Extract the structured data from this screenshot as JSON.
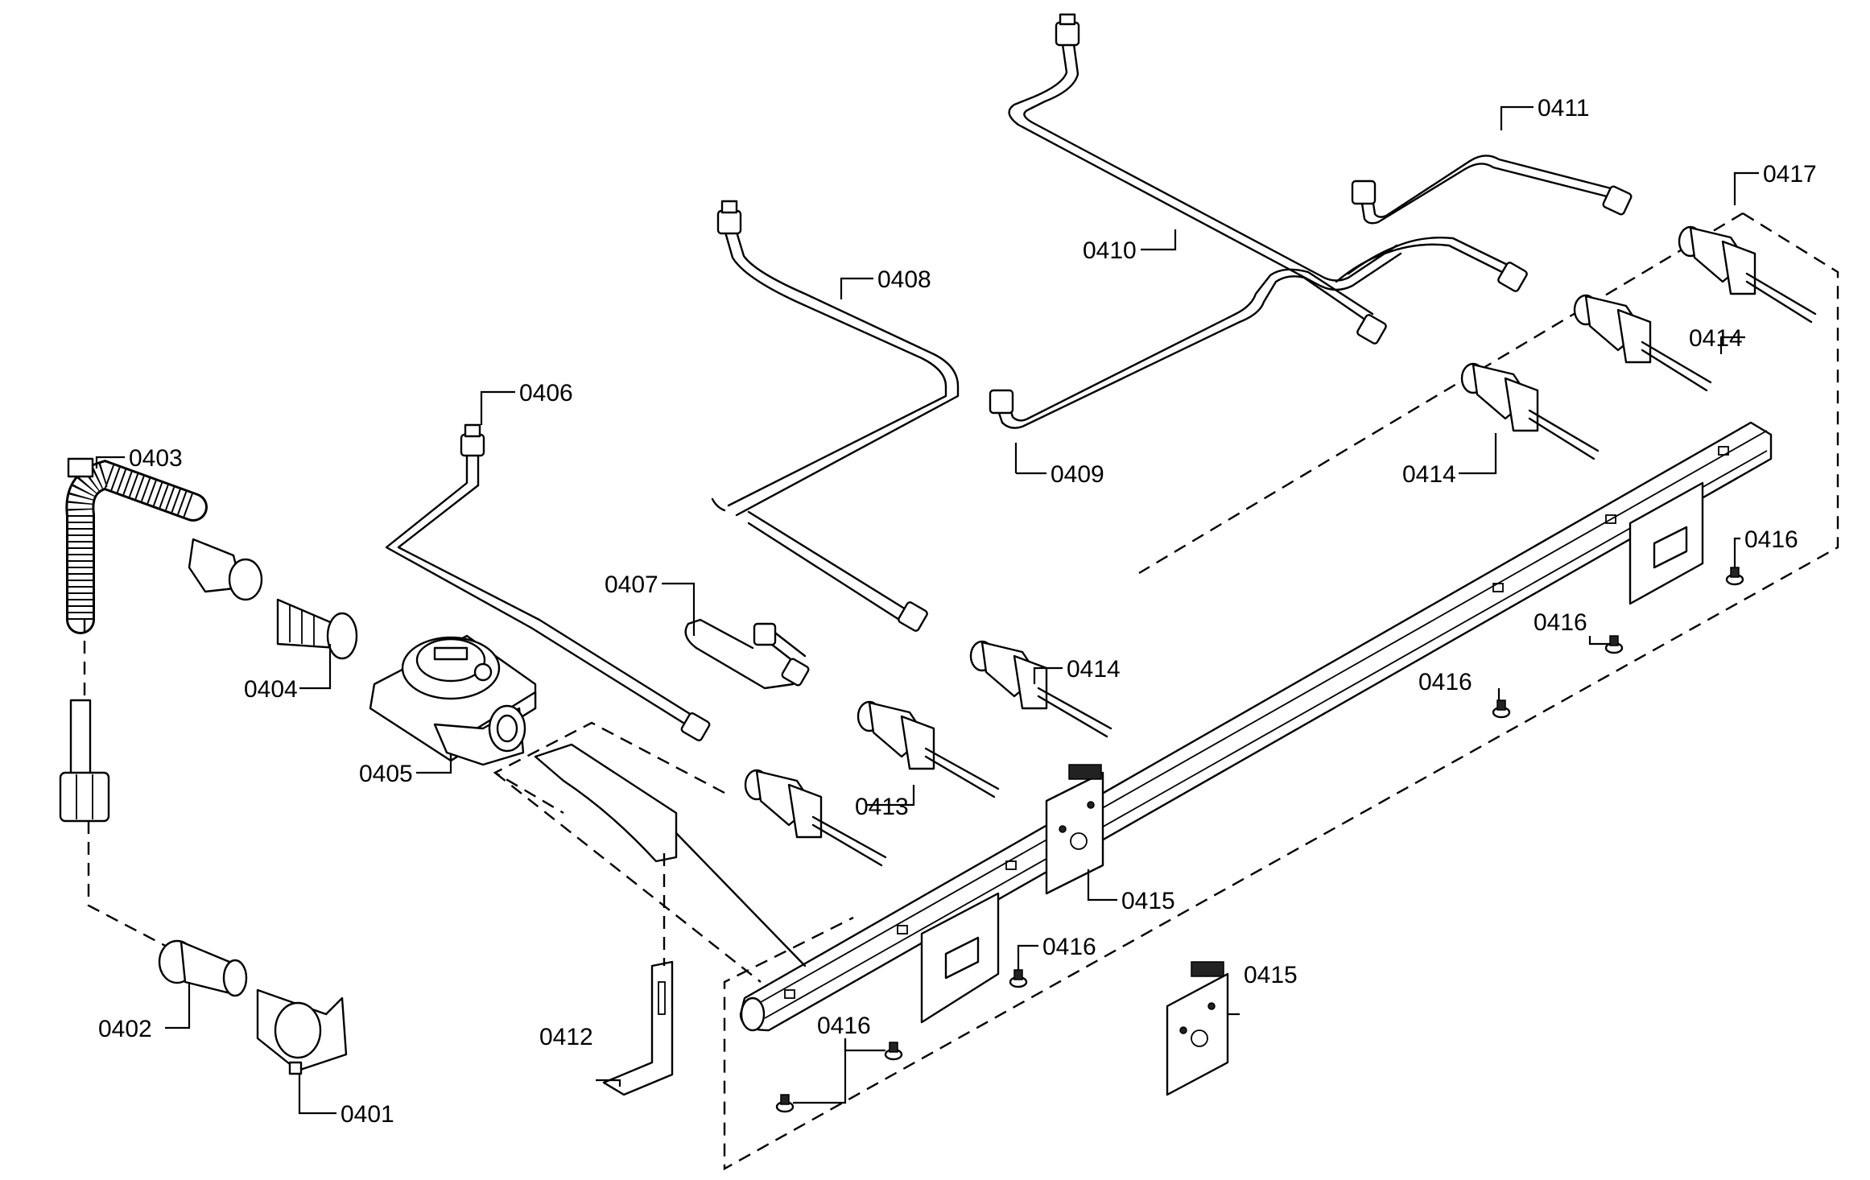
{
  "parts": {
    "p0401": "0401",
    "p0402": "0402",
    "p0403": "0403",
    "p0404": "0404",
    "p0405": "0405",
    "p0406": "0406",
    "p0407": "0407",
    "p0408": "0408",
    "p0409": "0409",
    "p0410": "0410",
    "p0411": "0411",
    "p0412": "0412",
    "p0413": "0413",
    "p0414": "0414",
    "p0415": "0415",
    "p0416": "0416",
    "p0417": "0417"
  }
}
